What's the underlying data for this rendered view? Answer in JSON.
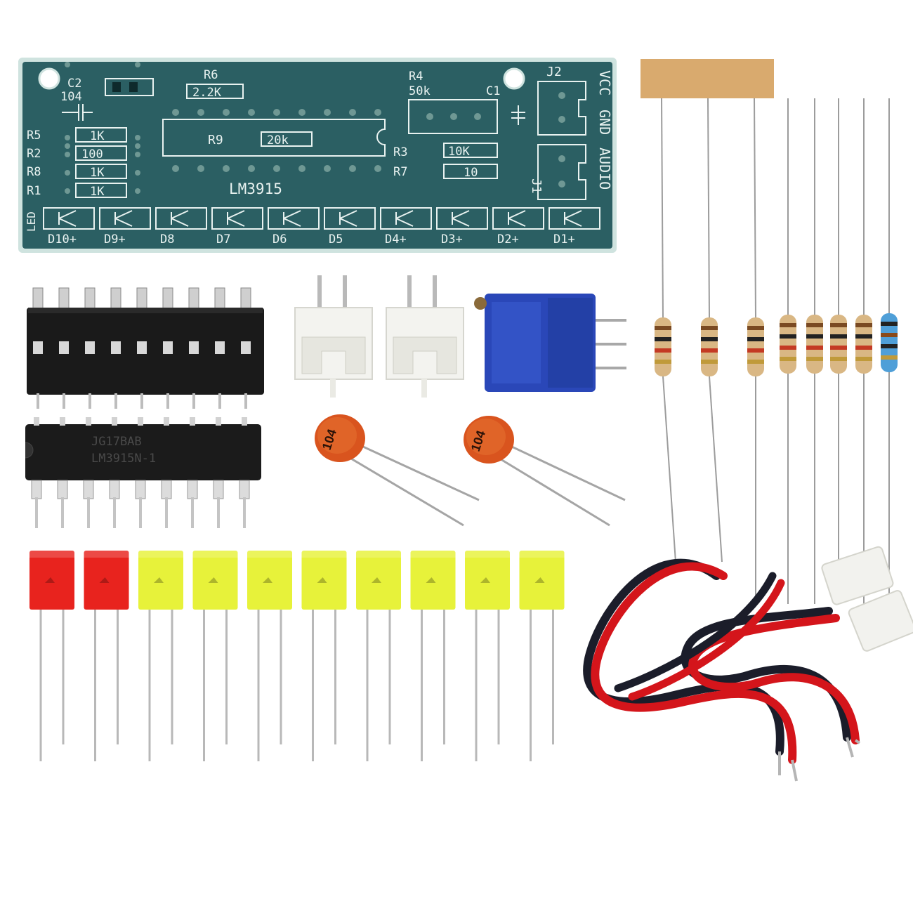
{
  "pcb": {
    "refs": {
      "c2": "C2",
      "c2_val": "104",
      "r6": "R6",
      "r6_val": "2.2K",
      "r4": "R4",
      "r4_val": "50k",
      "c1": "C1",
      "j2": "J2",
      "j1": "J1",
      "r5": "R5",
      "r5_val": "1K",
      "r2": "R2",
      "r2_val": "100",
      "r8": "R8",
      "r8_val": "1K",
      "r1": "R1",
      "r1_val": "1K",
      "r9": "R9",
      "r9_val": "20k",
      "r3": "R3",
      "r3_val": "10K",
      "r7": "R7",
      "r7_val": "10",
      "ic": "LM3915",
      "vcc": "VCC",
      "gnd": "GND",
      "audio": "AUDIO",
      "led": "LED"
    },
    "led_labels": [
      "D10+",
      "D9+",
      "D8",
      "D7",
      "D6",
      "D5",
      "D4+",
      "D3+",
      "D2+",
      "D1+"
    ]
  },
  "chip": {
    "line1": "JG17BAB",
    "line2": "LM3915N-1"
  },
  "capacitors": [
    {
      "label": "104"
    },
    {
      "label": "104"
    }
  ],
  "leds": [
    {
      "color": "#e8231e"
    },
    {
      "color": "#e8231e"
    },
    {
      "color": "#e7f23a"
    },
    {
      "color": "#e7f23a"
    },
    {
      "color": "#e7f23a"
    },
    {
      "color": "#e7f23a"
    },
    {
      "color": "#e7f23a"
    },
    {
      "color": "#e7f23a"
    },
    {
      "color": "#e7f23a"
    },
    {
      "color": "#e7f23a"
    }
  ],
  "colors": {
    "pcb": "#2b5f63",
    "pcb_edge": "#cfe3df",
    "potentiometer": "#2a47b8",
    "wire_red": "#d4151b",
    "wire_black": "#1b1d2a"
  }
}
